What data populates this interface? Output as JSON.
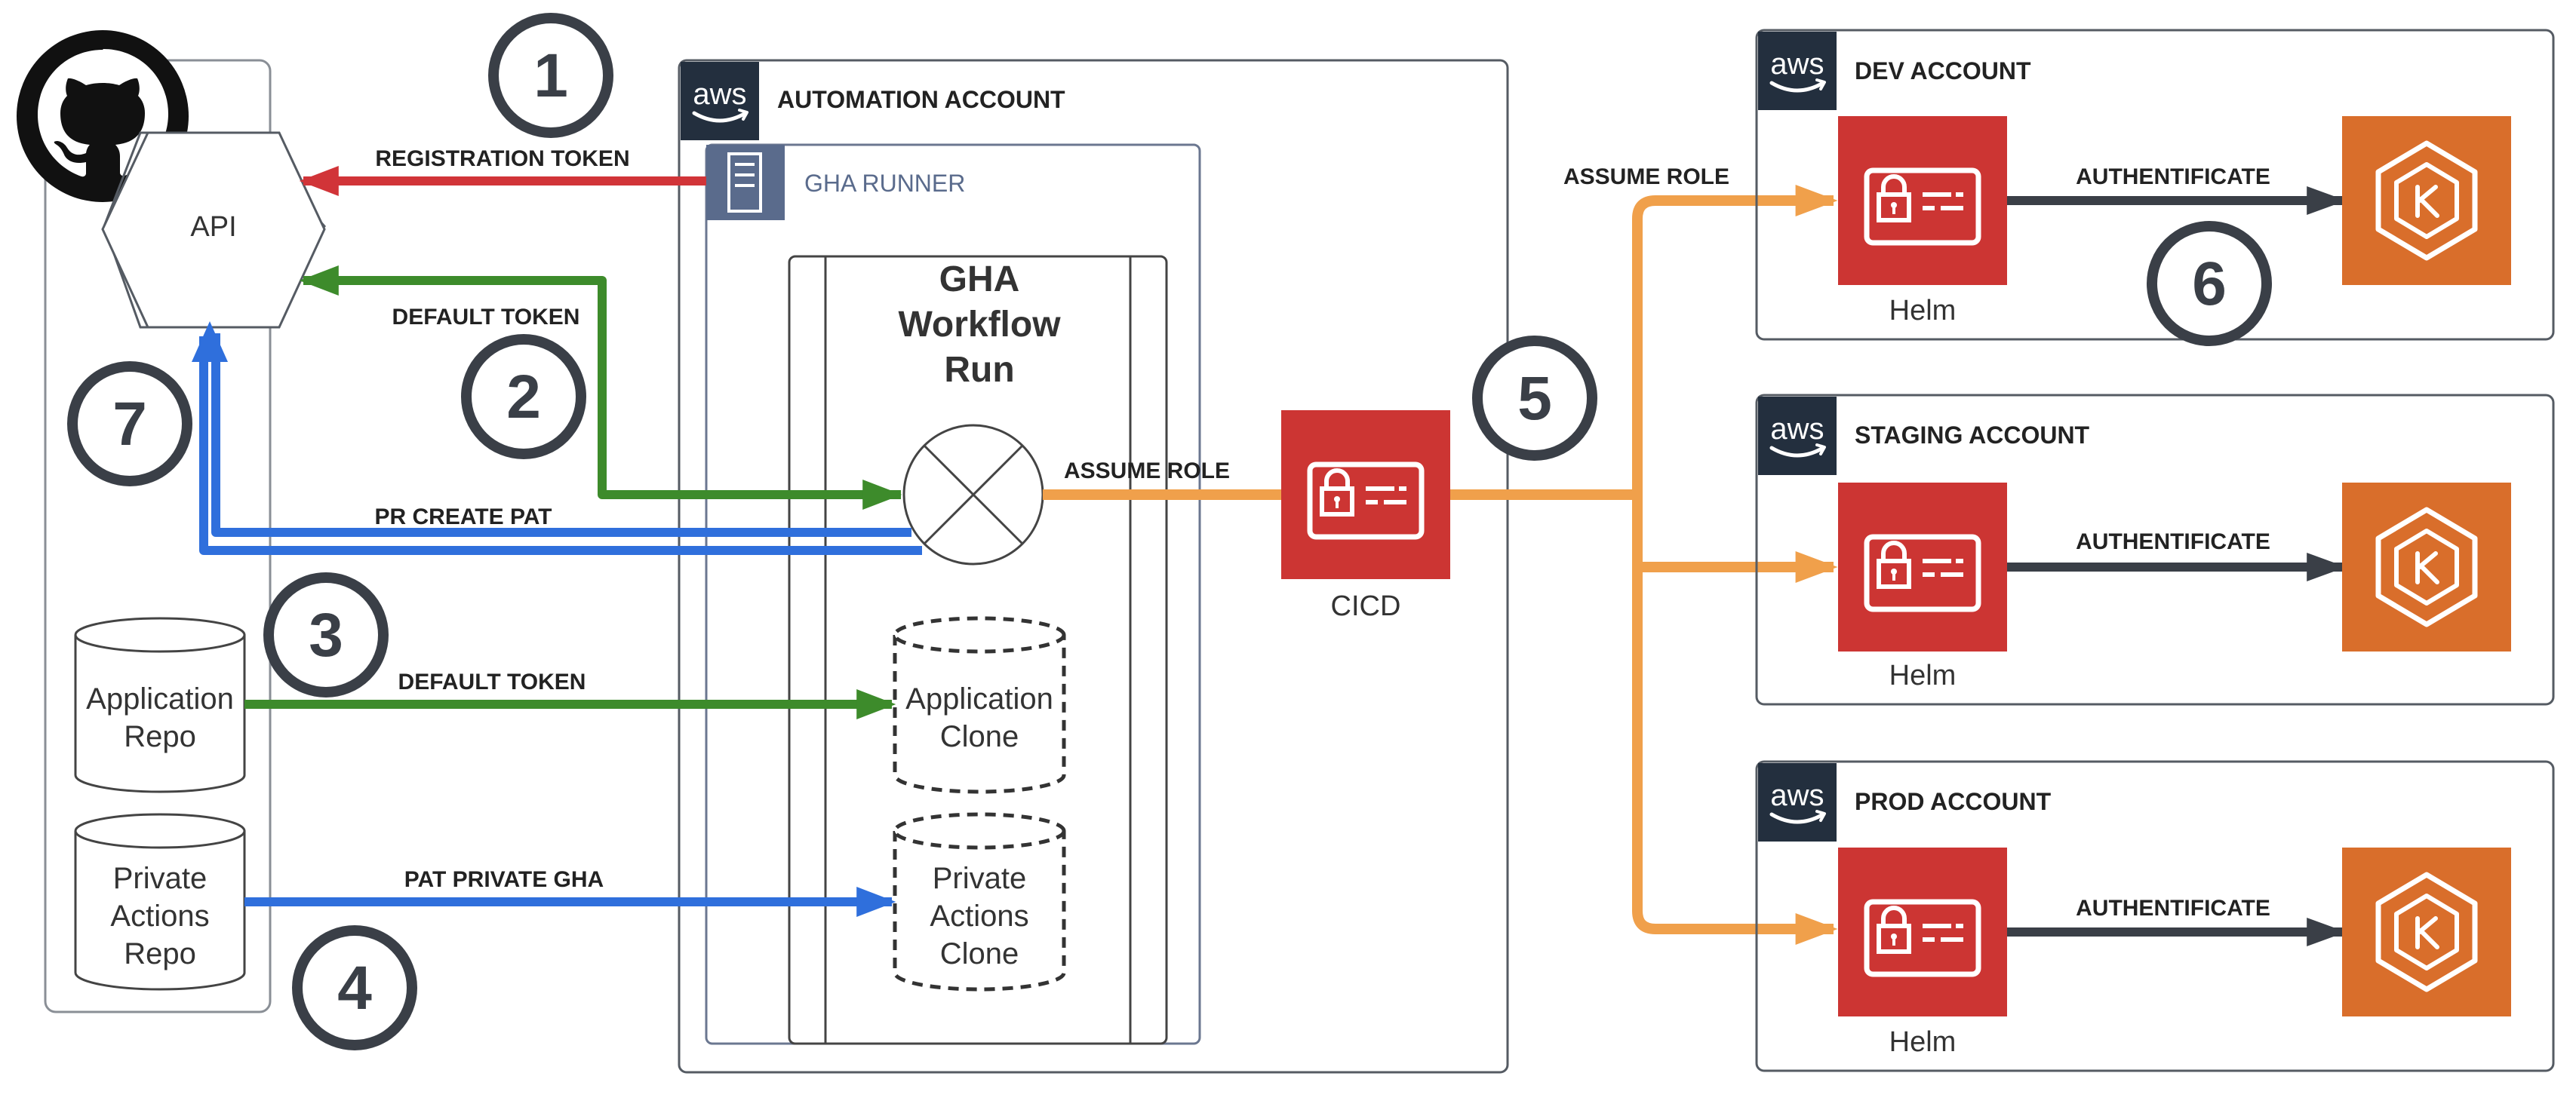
{
  "colors": {
    "red": "#d13438",
    "green": "#3d8b2b",
    "blue": "#2f6fdc",
    "orange": "#f0a04b",
    "dark": "#3a3f47",
    "aws_red": "#cc3533",
    "eks_orange": "#d96e2b",
    "aws_badge": "#232f3e"
  },
  "github": {
    "icon": "github-octocat-icon",
    "api_label": "API",
    "repos": [
      {
        "lines": [
          "Application",
          "Repo"
        ]
      },
      {
        "lines": [
          "Private",
          "Actions",
          "Repo"
        ]
      }
    ]
  },
  "automation": {
    "title": "AUTOMATION ACCOUNT",
    "runner_label": "GHA RUNNER",
    "workflow_lines": [
      "GHA",
      "Workflow",
      "Run"
    ],
    "clones": [
      {
        "lines": [
          "Application",
          "Clone"
        ]
      },
      {
        "lines": [
          "Private",
          "Actions",
          "Clone"
        ]
      }
    ]
  },
  "cicd_label": "CICD",
  "edges": {
    "registration_token": "REGISTRATION TOKEN",
    "default_token_api": "DEFAULT TOKEN",
    "pr_create_pat": "PR CREATE PAT",
    "default_token_repo": "DEFAULT TOKEN",
    "pat_private_gha": "PAT PRIVATE GHA",
    "assume_role_workflow": "ASSUME ROLE",
    "assume_role_accounts": "ASSUME ROLE"
  },
  "steps": [
    "1",
    "2",
    "3",
    "4",
    "5",
    "6",
    "7"
  ],
  "accounts": [
    {
      "title": "DEV ACCOUNT",
      "role_label": "Helm",
      "auth_label": "AUTHENTIFICATE"
    },
    {
      "title": "STAGING ACCOUNT",
      "role_label": "Helm",
      "auth_label": "AUTHENTIFICATE"
    },
    {
      "title": "PROD ACCOUNT",
      "role_label": "Helm",
      "auth_label": "AUTHENTIFICATE"
    }
  ],
  "icons": {
    "aws_logo": "aws-logo-icon",
    "server": "server-icon",
    "iam_role": "iam-role-icon",
    "kubernetes": "eks-kubernetes-icon"
  }
}
